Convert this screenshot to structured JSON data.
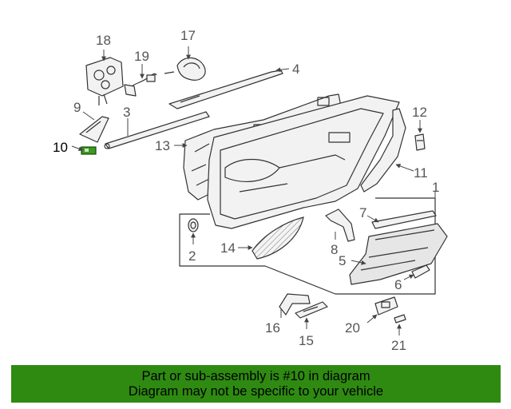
{
  "callouts": [
    {
      "id": "1",
      "label": "1",
      "highlight": false
    },
    {
      "id": "2",
      "label": "2",
      "highlight": false
    },
    {
      "id": "3",
      "label": "3",
      "highlight": false
    },
    {
      "id": "4",
      "label": "4",
      "highlight": false
    },
    {
      "id": "5",
      "label": "5",
      "highlight": false
    },
    {
      "id": "6",
      "label": "6",
      "highlight": false
    },
    {
      "id": "7",
      "label": "7",
      "highlight": false
    },
    {
      "id": "8",
      "label": "8",
      "highlight": false
    },
    {
      "id": "9",
      "label": "9",
      "highlight": false
    },
    {
      "id": "10",
      "label": "10",
      "highlight": true
    },
    {
      "id": "11",
      "label": "11",
      "highlight": false
    },
    {
      "id": "12",
      "label": "12",
      "highlight": false
    },
    {
      "id": "13",
      "label": "13",
      "highlight": false
    },
    {
      "id": "14",
      "label": "14",
      "highlight": false
    },
    {
      "id": "15",
      "label": "15",
      "highlight": false
    },
    {
      "id": "16",
      "label": "16",
      "highlight": false
    },
    {
      "id": "17",
      "label": "17",
      "highlight": false
    },
    {
      "id": "18",
      "label": "18",
      "highlight": false
    },
    {
      "id": "19",
      "label": "19",
      "highlight": false
    },
    {
      "id": "20",
      "label": "20",
      "highlight": false
    },
    {
      "id": "21",
      "label": "21",
      "highlight": false
    }
  ],
  "banner": {
    "line1": "Part or sub-assembly is #10 in diagram",
    "line2": "Diagram may not be specific to your vehicle"
  },
  "colors": {
    "banner_bg": "#2f8a12",
    "highlight_part": "#3a9a1e",
    "line": "#333333"
  }
}
